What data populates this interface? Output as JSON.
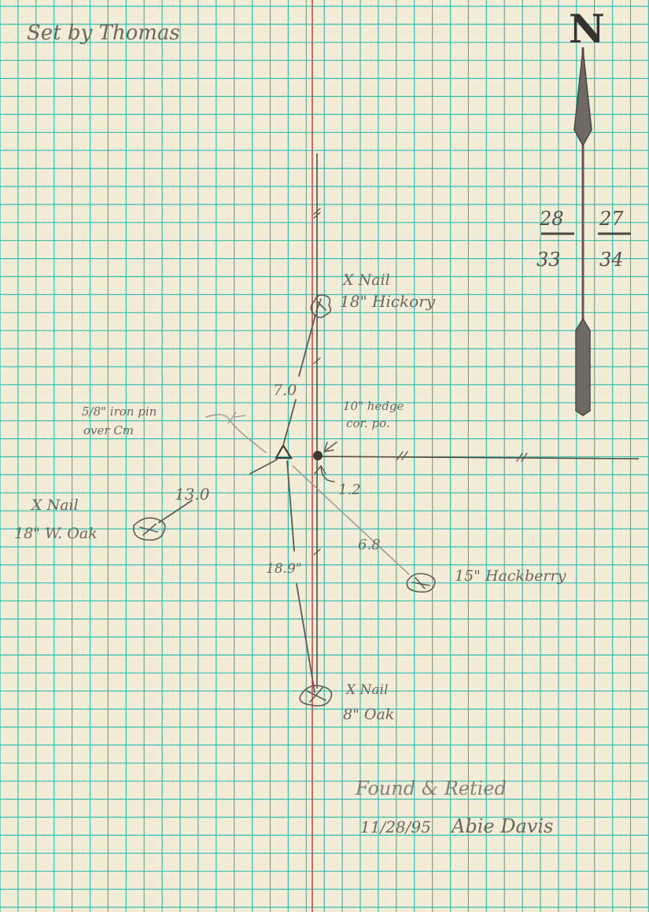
{
  "header_note": "Set by Thomas",
  "north_letter": "N",
  "sections": {
    "top_left": "28",
    "top_right": "27",
    "bottom_left": "33",
    "bottom_right": "34"
  },
  "monument": {
    "label_line1": "5/8\" iron pin",
    "label_line2": "over Cm"
  },
  "corner_post": {
    "label_line1": "10\" hedge",
    "label_line2": "cor. po."
  },
  "offset_to_post": "1.2",
  "witness_trees": [
    {
      "id": "hickory-18",
      "line1": "X Nail",
      "line2": "18\" Hickory",
      "distance": "7.0"
    },
    {
      "id": "oak-18",
      "line1": "X Nail",
      "line2": "18\" W. Oak",
      "distance": "13.0"
    },
    {
      "id": "hackberry-15",
      "line1": "",
      "line2": "15\" Hackberry",
      "distance": "6.8"
    },
    {
      "id": "oak-8",
      "line1": "X Nail",
      "line2": "8\" Oak",
      "distance": "18.9\""
    }
  ],
  "signature": {
    "line1": "Found & Retied",
    "date": "11/28/95",
    "name": "Abie Davis"
  },
  "colors": {
    "paper": "#f3ecd6",
    "grid": "#35bfb1",
    "margin_line": "#d9473f",
    "pencil": "#5f5b56"
  }
}
